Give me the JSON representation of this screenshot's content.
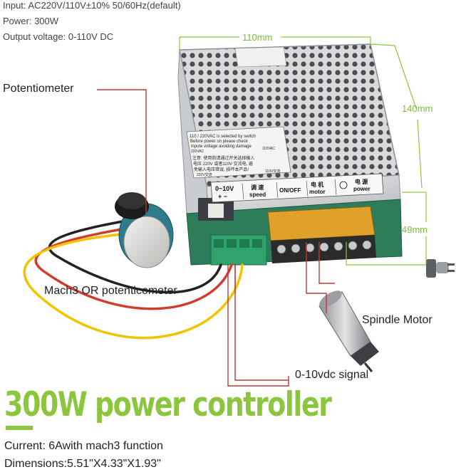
{
  "specs": {
    "input": "Input: AC220V/110V±10% 50/60Hz(default)",
    "power": "Power: 300W",
    "output": "Output voltage: 0-110V DC"
  },
  "labels": {
    "potentiometer": "Potentiometer",
    "mach3": "Mach3 OR potenticometer",
    "spindle_motor": "Spindle Motor",
    "signal": "0-10vdc signal"
  },
  "dimensions": {
    "width": "110mm",
    "depth": "140mm",
    "height": "49mm"
  },
  "device": {
    "sticker_line1": "110 / 220VAC is selected by switch",
    "sticker_line2": "Before power on please check",
    "sticker_line3": "inpute voltage avoiding damage",
    "sticker_220": "220VAC",
    "sticker_110": "110VAC",
    "cn_line1": "注意: 使用前请通过开关选择输入",
    "cn_line2": "电压 220V 或者110V 交流电, 避",
    "cn_line3": "免输入电压错误, 损坏本产品!",
    "cn_220": "220V交流",
    "cn_110": "110V交流",
    "term_010": "0~10V",
    "term_plusminus": "+  −",
    "term_speed_cn": "调 速",
    "term_speed": "speed",
    "term_onoff": "ON/OFF",
    "term_motor_cn": "电 机",
    "term_motor": "motor",
    "term_power_cn": "电 源",
    "term_power": "power"
  },
  "title": "300W power controller",
  "bottom": {
    "current": "Current: 6Awith mach3 function",
    "dimensions": "Dimensions:5.51\"X4.33\"X1.93\""
  },
  "colors": {
    "accent_green": "#8cc63f",
    "leader_red": "#b83a3a",
    "dim_green": "#7dbb3a"
  }
}
